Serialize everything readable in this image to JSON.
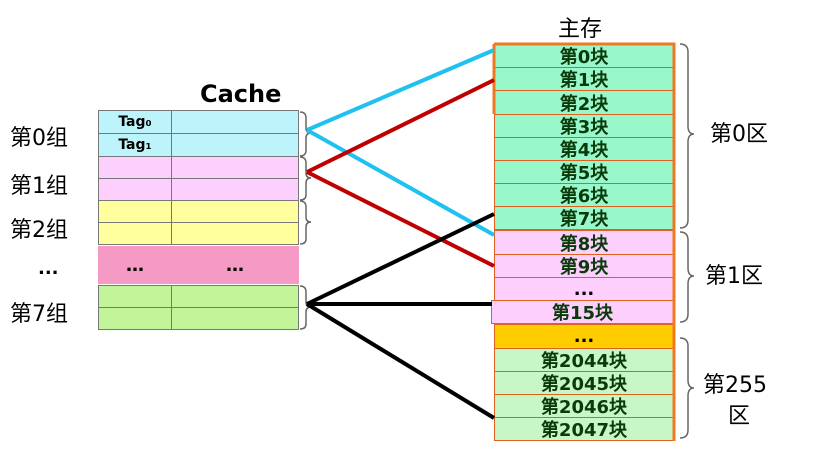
{
  "cache": {
    "title": "Cache",
    "tag0": "Tag₀",
    "tag1": "Tag₁",
    "ellipsis": "…",
    "groups": [
      "第0组",
      "第1组",
      "第2组",
      "...",
      "第7组"
    ]
  },
  "memory": {
    "title": "主存",
    "blocks": [
      "第0块",
      "第1块",
      "第2块",
      "第3块",
      "第4块",
      "第5块",
      "第6块",
      "第7块",
      "第8块",
      "第9块",
      "...",
      "第15块",
      "...",
      "第2044块",
      "第2045块",
      "第2046块",
      "第2047块"
    ],
    "zones": [
      "第0区",
      "第1区",
      "第255",
      "区"
    ]
  },
  "colors": {
    "cyan": "#1EC1F0",
    "red": "#C00000",
    "black": "#000000",
    "group0": "#BDF4FB",
    "group1": "#FCCFFC",
    "group2": "#FFFF9E",
    "groupDots": "#F59AC4",
    "group7": "#C2F59A",
    "zone0": "#99F7CC",
    "zone1": "#FCCFFC",
    "zoneDots": "#FFCC00",
    "zone255": "#C7F7C7",
    "memBorder": "#F07820"
  }
}
